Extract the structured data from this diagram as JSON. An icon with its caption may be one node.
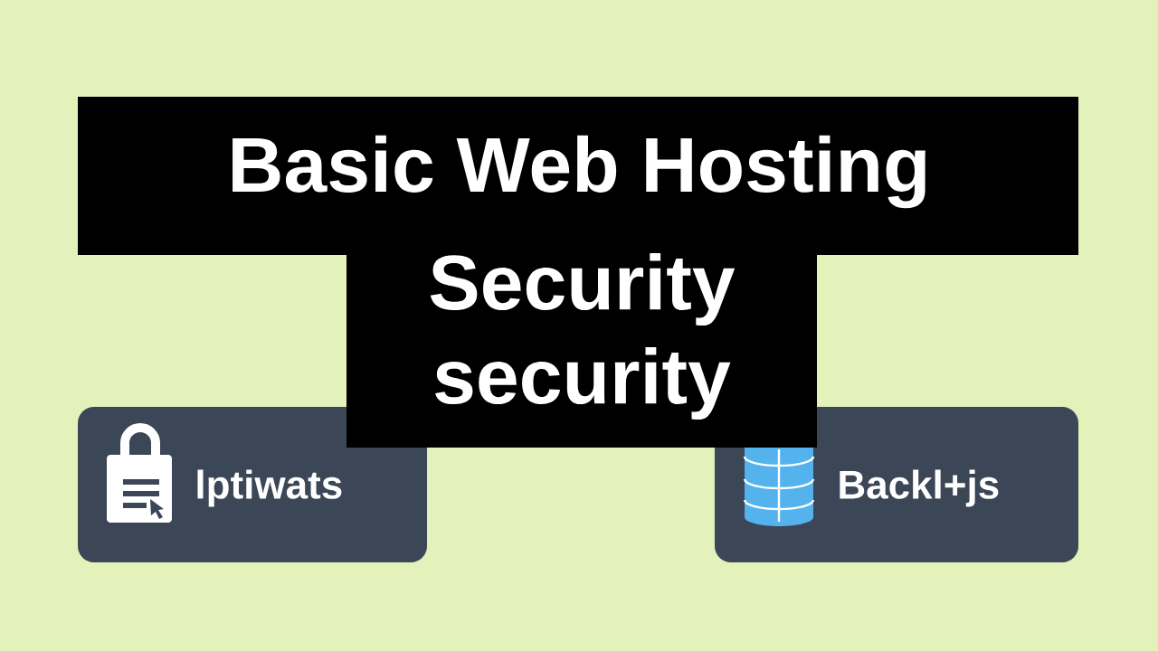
{
  "diagram": {
    "nodes": [
      {
        "text": [
          "Basic  Web Hosting",
          "Security security"
        ]
      },
      {
        "text": [
          "lptiwats"
        ]
      },
      {
        "text": [
          "Backl+js"
        ]
      }
    ]
  }
}
